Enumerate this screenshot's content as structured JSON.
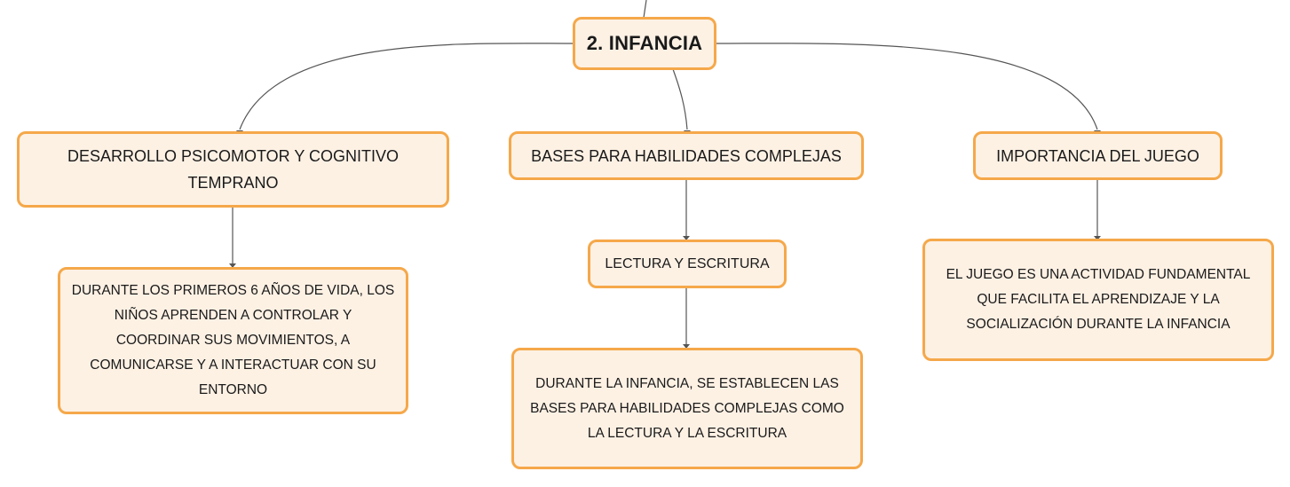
{
  "root": {
    "label": "2. INFANCIA"
  },
  "branches": [
    {
      "label": "DESARROLLO PSICOMOTOR Y COGNITIVO TEMPRANO",
      "children": [
        {
          "label": "DURANTE LOS PRIMEROS 6 AÑOS DE VIDA, LOS NIÑOS APRENDEN A CONTROLAR Y COORDINAR SUS MOVIMIENTOS, A COMUNICARSE Y A INTERACTUAR CON SU ENTORNO"
        }
      ]
    },
    {
      "label": "BASES PARA HABILIDADES COMPLEJAS",
      "children": [
        {
          "label": "LECTURA Y ESCRITURA",
          "children": [
            {
              "label": "DURANTE LA INFANCIA, SE ESTABLECEN LAS BASES PARA HABILIDADES COMPLEJAS COMO LA LECTURA Y LA ESCRITURA"
            }
          ]
        }
      ]
    },
    {
      "label": "IMPORTANCIA DEL JUEGO",
      "children": [
        {
          "label": "EL JUEGO ES UNA ACTIVIDAD FUNDAMENTAL QUE FACILITA EL APRENDIZAJE Y LA SOCIALIZACIÓN DURANTE LA INFANCIA"
        }
      ]
    }
  ],
  "colors": {
    "node_fill": "#fdf1e4",
    "node_border": "#f5a84a",
    "connector": "#555555",
    "text": "#1a1a1a"
  }
}
